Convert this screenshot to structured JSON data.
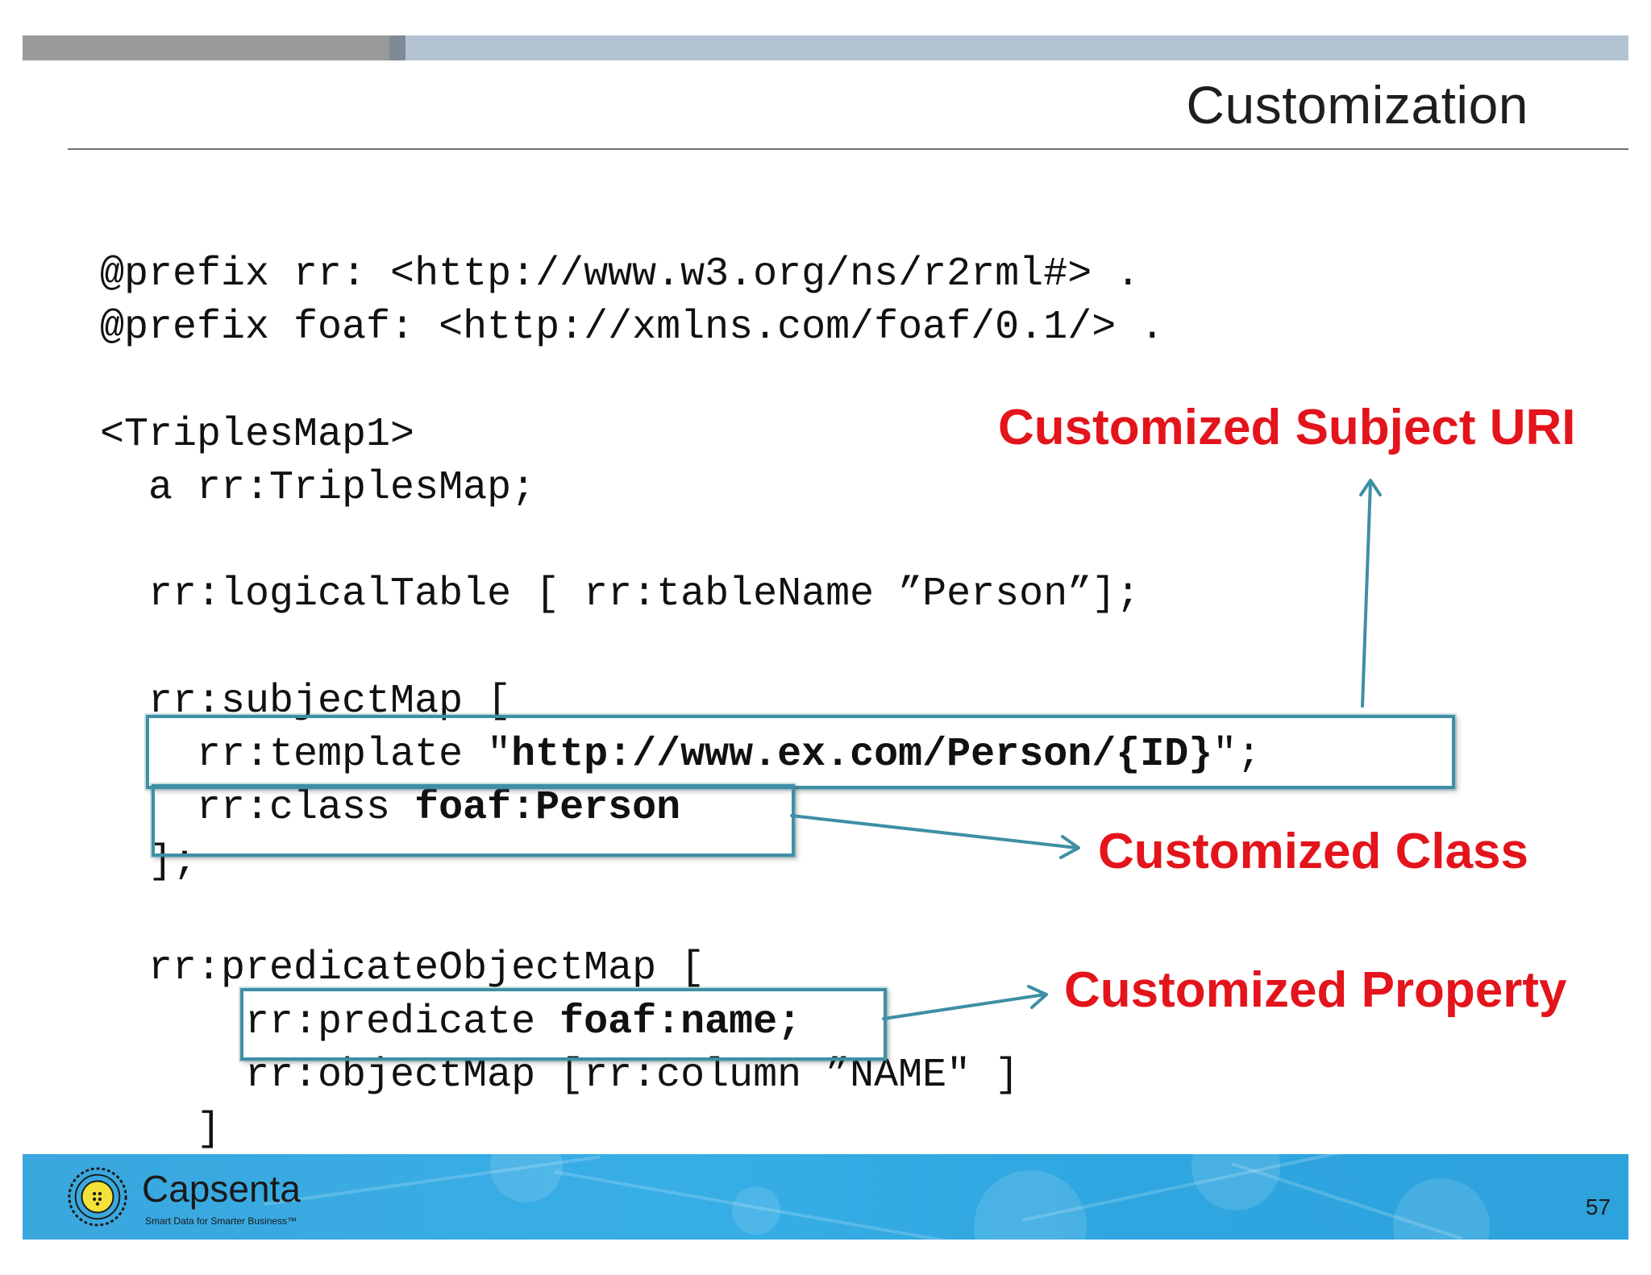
{
  "slide": {
    "title": "Customization",
    "page_number": "57"
  },
  "code": {
    "line1": "@prefix rr: <http://www.w3.org/ns/r2rml#> .",
    "line2": "@prefix foaf: <http://xmlns.com/foaf/0.1/> .",
    "line3": "<TriplesMap1>",
    "line4": "  a rr:TriplesMap;",
    "line5": "  rr:logicalTable [ rr:tableName ”Person”];",
    "line6": "  rr:subjectMap [",
    "line7_prefix": "    rr:template \"",
    "line7_bold": "http://www.ex.com/Person/{ID}",
    "line7_suffix": "\";",
    "line8_prefix": "    rr:class ",
    "line8_bold": "foaf:Person",
    "line9": "  ];",
    "line10": "  rr:predicateObjectMap [",
    "line11_prefix": "      rr:predicate ",
    "line11_bold": "foaf:name;",
    "line12": "      rr:objectMap [rr:column ”NAME\" ]",
    "line13": "    ]"
  },
  "callouts": {
    "subject_uri": "Customized Subject URI",
    "class": "Customized Class",
    "property": "Customized Property"
  },
  "colors": {
    "callout": "#e3141b",
    "highlight_box": "#3e8fa5",
    "footer": "#38aee6"
  },
  "footer": {
    "logo_name": "Capsenta",
    "logo_tagline": "Smart Data for Smarter Business™",
    "logo_icon": "capsenta-logo-icon"
  }
}
